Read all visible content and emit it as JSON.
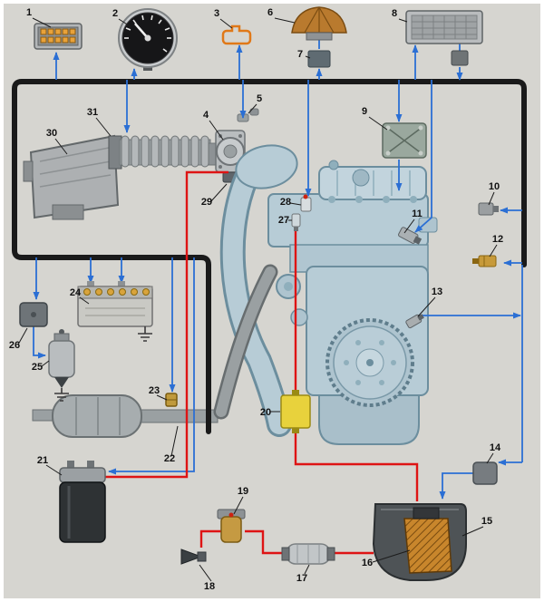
{
  "diagram": {
    "type": "engine-fuel-injection-schematic",
    "colors": {
      "electrical": "#2b6fd4",
      "fuel": "#de1414",
      "harness": "#1a1a1a"
    },
    "callouts": [
      {
        "n": "1"
      },
      {
        "n": "2"
      },
      {
        "n": "3"
      },
      {
        "n": "4"
      },
      {
        "n": "5"
      },
      {
        "n": "6"
      },
      {
        "n": "7"
      },
      {
        "n": "8"
      },
      {
        "n": "9"
      },
      {
        "n": "10"
      },
      {
        "n": "11"
      },
      {
        "n": "12"
      },
      {
        "n": "13"
      },
      {
        "n": "14"
      },
      {
        "n": "15"
      },
      {
        "n": "16"
      },
      {
        "n": "17"
      },
      {
        "n": "18"
      },
      {
        "n": "19"
      },
      {
        "n": "20"
      },
      {
        "n": "21"
      },
      {
        "n": "22"
      },
      {
        "n": "23"
      },
      {
        "n": "24"
      },
      {
        "n": "25"
      },
      {
        "n": "26"
      },
      {
        "n": "27"
      },
      {
        "n": "28"
      },
      {
        "n": "29"
      },
      {
        "n": "30"
      },
      {
        "n": "31"
      }
    ]
  }
}
